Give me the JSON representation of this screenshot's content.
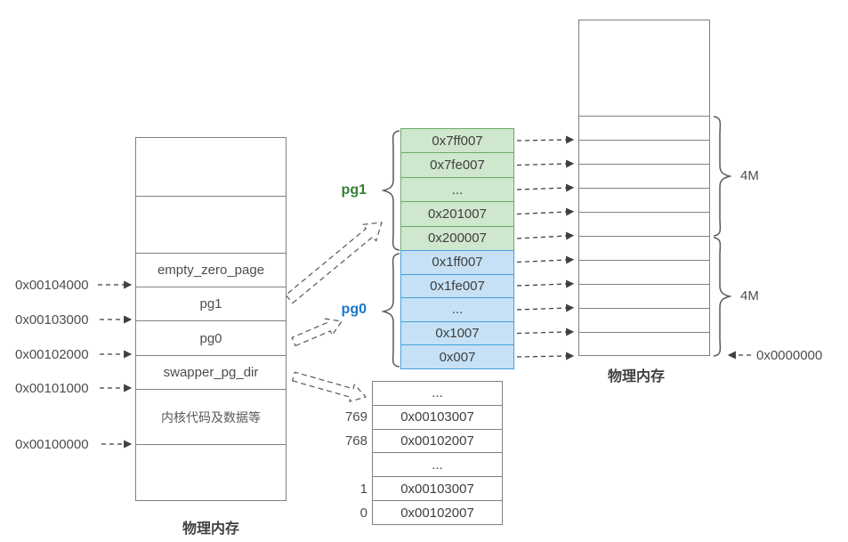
{
  "diagram": {
    "left_memory": {
      "caption": "物理内存",
      "segments": {
        "empty_zero_page": "empty_zero_page",
        "pg1": "pg1",
        "pg0": "pg0",
        "swapper_pg_dir": "swapper_pg_dir",
        "kernel": "内核代码及数据等"
      },
      "addresses": [
        "0x00104000",
        "0x00103000",
        "0x00102000",
        "0x00101000",
        "0x00100000"
      ]
    },
    "pg1_table": {
      "label": "pg1",
      "fill_color": "#cfe7cd",
      "border_color": "#6aab69",
      "label_color": "#357d35",
      "rows": [
        "0x7ff007",
        "0x7fe007",
        "...",
        "0x201007",
        "0x200007"
      ]
    },
    "pg0_table": {
      "label": "pg0",
      "fill_color": "#c6e1f5",
      "border_color": "#41a0de",
      "label_color": "#1878cc",
      "rows": [
        "0x1ff007",
        "0x1fe007",
        "...",
        "0x1007",
        "0x007"
      ]
    },
    "page_dir_table": {
      "indices": [
        "",
        "769",
        "768",
        "",
        "1",
        "0"
      ],
      "values": [
        "...",
        "0x00103007",
        "0x00102007",
        "...",
        "0x00103007",
        "0x00102007"
      ]
    },
    "right_memory": {
      "caption": "物理内存",
      "brace_top_label": "4M",
      "brace_bottom_label": "4M",
      "base_address": "0x0000000"
    }
  }
}
